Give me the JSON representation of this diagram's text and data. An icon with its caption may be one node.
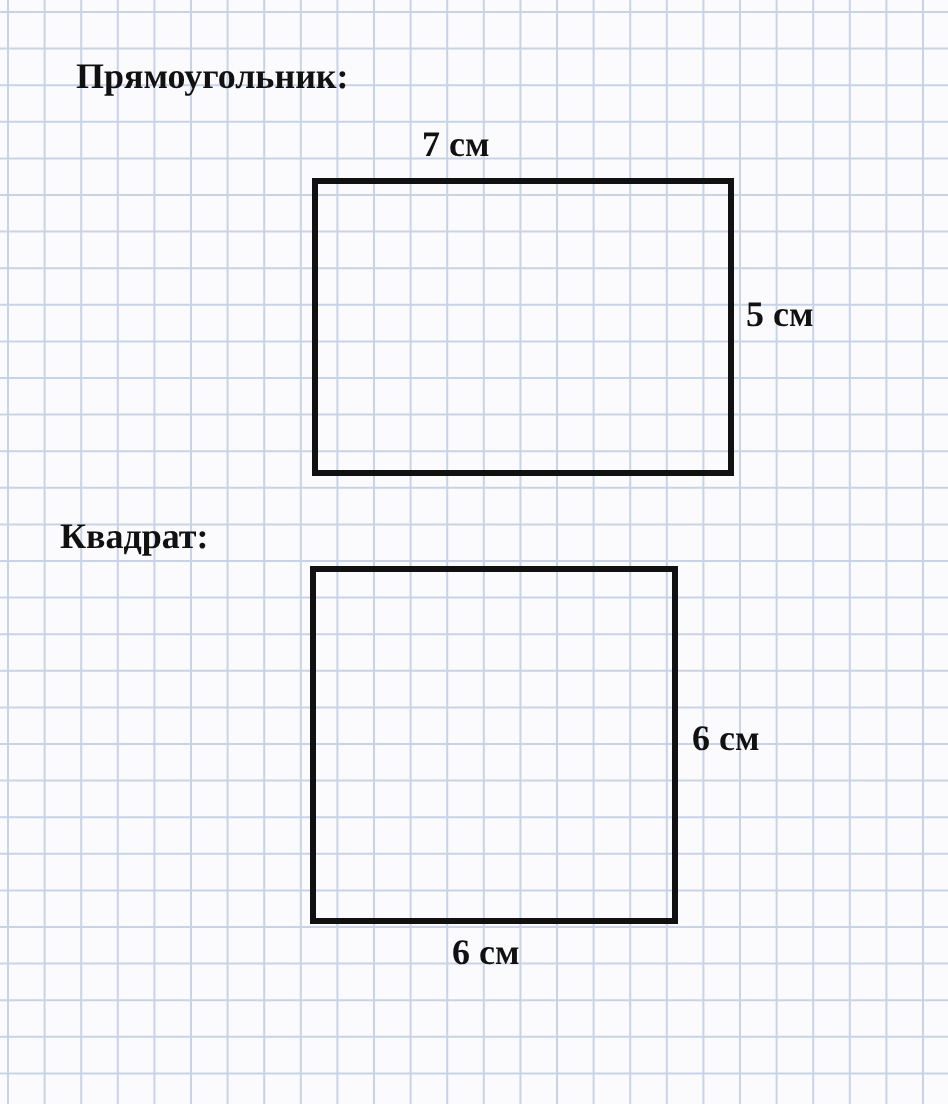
{
  "diagram": {
    "nodes": [
      {
        "text": [],
        "shape": "box"
      },
      {
        "text": [],
        "shape": "box"
      }
    ],
    "labels": [
      "Прямоугольник:",
      "7 см",
      "5 см",
      "Квадрат:",
      "6 см",
      "6 см"
    ]
  }
}
